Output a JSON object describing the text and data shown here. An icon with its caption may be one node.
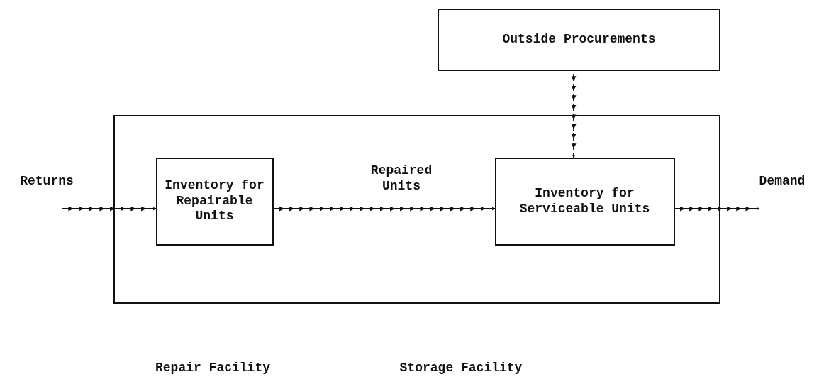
{
  "diagram": {
    "nodes": [
      {
        "text": [
          "Outside Procurements"
        ]
      },
      {
        "text": [],
        "shape": "box"
      },
      {
        "text": [
          "Inventory for Repairable Units"
        ],
        "in": 1
      },
      {
        "text": [
          "Inventory for Serviceable Units"
        ],
        "in": 1
      }
    ],
    "edges": [
      {
        "from": null,
        "to": 2,
        "arrow": "to",
        "label": "Returns"
      },
      {
        "from": 2,
        "to": 3,
        "arrow": "to",
        "label": "Repaired Units"
      },
      {
        "from": 3,
        "to": null,
        "arrow": "to",
        "label": "Demand"
      },
      {
        "from": 0,
        "to": 3,
        "arrow": "to",
        "style": "dashed"
      }
    ],
    "labels": [
      "Repair Facility",
      "Storage Facility"
    ]
  }
}
